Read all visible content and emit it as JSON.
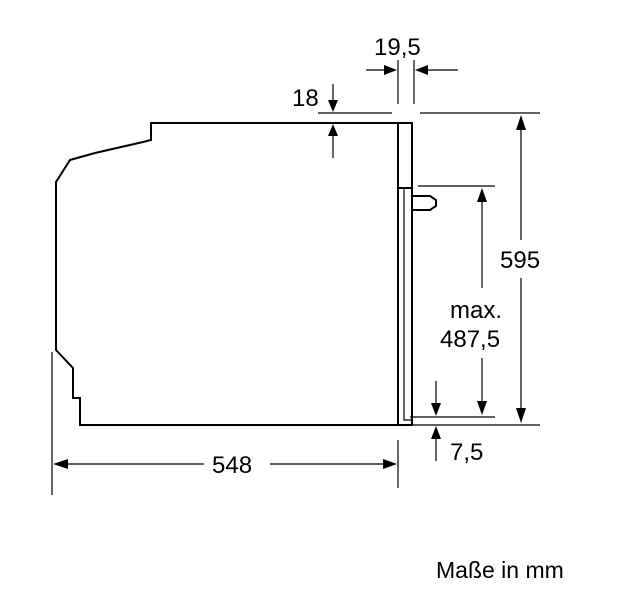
{
  "dimensions": {
    "depth": "548",
    "height": "595",
    "front_panel_thickness": "19,5",
    "top_offset": "18",
    "bottom_offset": "7,5",
    "door_height_prefix": "max.",
    "door_height_value": "487,5"
  },
  "unit_note": "Maße in mm"
}
